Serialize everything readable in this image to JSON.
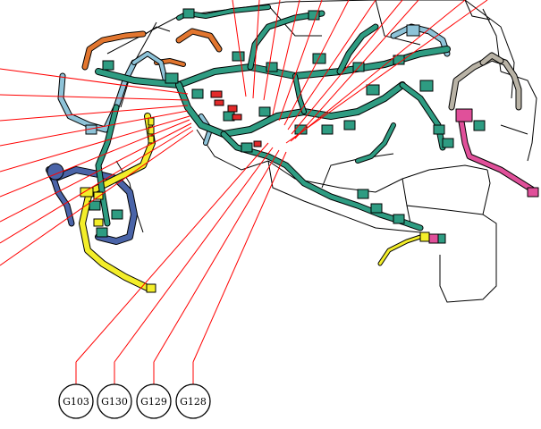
{
  "colors": {
    "harness_main": "#2e9c82",
    "harness_dark": "#1f6e5c",
    "harness_blue": "#8ec3d8",
    "harness_navy": "#4a64a8",
    "harness_yellow": "#f3ee2a",
    "harness_orange": "#e2762f",
    "harness_magenta": "#e0509a",
    "harness_gray": "#b9b3a6",
    "connector_red": "#e22a2a",
    "leader_line": "#ff0000",
    "outline": "#000000"
  },
  "ground_points": [
    {
      "label": "G103"
    },
    {
      "label": "G130"
    },
    {
      "label": "G129"
    },
    {
      "label": "G128"
    }
  ]
}
